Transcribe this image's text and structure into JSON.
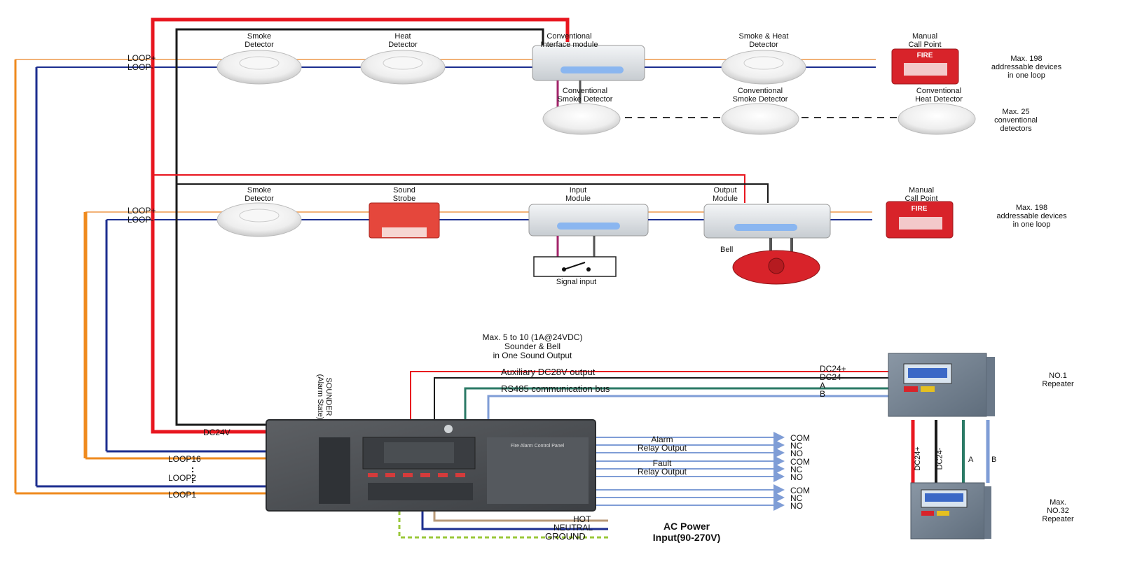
{
  "loop_a": {
    "loop_plus": "LOOP+",
    "loop_minus": "LOOP-",
    "smoke_detector": "Smoke\nDetector",
    "heat_detector": "Heat\nDetector",
    "conv_interface": "Conventional\nInterface module",
    "smoke_heat": "Smoke & Heat\nDetector",
    "manual_call_point": "Manual\nCall Point",
    "max_addr": "Max. 198\naddressable devices\nin one loop",
    "conv_smoke_1": "Conventional\nSmoke Detector",
    "conv_smoke_2": "Conventional\nSmoke Detector",
    "conv_heat": "Conventional\nHeat Detector",
    "max_conv": "Max. 25\nconventional\ndetectors"
  },
  "loop_b": {
    "loop_plus": "LOOP+",
    "loop_minus": "LOOP-",
    "smoke_detector": "Smoke\nDetector",
    "sound_strobe": "Sound\nStrobe",
    "input_module": "Input\nModule",
    "output_module": "Output\nModule",
    "manual_call_point": "Manual\nCall Point",
    "max_addr": "Max. 198\naddressable devices\nin one loop",
    "bell": "Bell",
    "signal_input": "Signal input"
  },
  "panel": {
    "sounder_note": "Max. 5 to 10 (1A@24VDC)\nSounder & Bell\nin One Sound Output",
    "aux_output": "Auxiliary  DC28V output",
    "rs485": "RS485 communication bus",
    "dc24v": "DC24V",
    "loop16": "LOOP16",
    "loop2": "LOOP2",
    "loop1": "LOOP1",
    "rotated_label": "SOUNDER\n(Alarm State)",
    "dc24_plus": "DC24+",
    "dc24_minus": "DC24-",
    "bus_a": "A",
    "bus_b": "B",
    "alarm_relay": "Alarm\nRelay Output",
    "fault_relay": "Fault\nRelay Output",
    "relay_terms": [
      "COM",
      "NC",
      "NO",
      "COM",
      "NC",
      "NO",
      "COM",
      "NC",
      "NO"
    ],
    "hot": "HOT",
    "neutral": "NEUTRAL",
    "ground": "GROUND",
    "ac_power": "AC Power\nInput(90-270V)",
    "panel_title": "Fire Alarm Control Panel"
  },
  "repeaters": {
    "no1": "NO.1\nRepeater",
    "no32": "Max.\nNO.32\nRepeater",
    "wire_labels": [
      "DC24+",
      "DC24-",
      "A",
      "B"
    ]
  },
  "icons": {
    "fire_text": "FIRE"
  },
  "colors": {
    "red_wire": "#e8161f",
    "black_wire": "#1a1a1a",
    "orange_wire": "#ef8a1e",
    "blue_wire": "#1c2e8f",
    "green_wire": "#2b7a66",
    "lightblue_wire": "#7f9dd6",
    "purple_wire": "#a3246a",
    "tan_wire": "#b89a78"
  }
}
